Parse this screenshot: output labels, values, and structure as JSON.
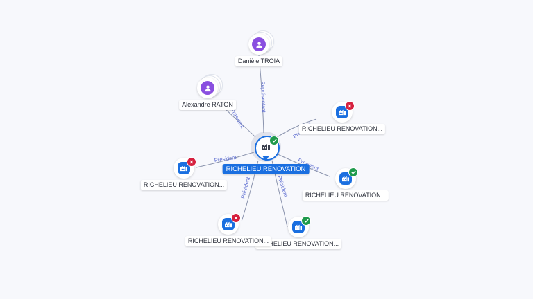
{
  "center": {
    "label": "RICHELIEU RENOVATION",
    "icon": "building-icon",
    "status": "active"
  },
  "nodes": [
    {
      "id": "daniele",
      "kind": "person",
      "label": "Danièle TROIA",
      "status": null
    },
    {
      "id": "alexandre",
      "kind": "person",
      "label": "Alexandre RATON",
      "status": null
    },
    {
      "id": "c1",
      "kind": "company",
      "label": "RICHELIEU RENOVATION...",
      "status": "inactive"
    },
    {
      "id": "c2",
      "kind": "company",
      "label": "RICHELIEU RENOVATION...",
      "status": "active"
    },
    {
      "id": "c3",
      "kind": "company",
      "label": "RICHELIEU RENOVATION...",
      "status": "active"
    },
    {
      "id": "c4",
      "kind": "company",
      "label": "RICHELIEU RENOVATION...",
      "status": "inactive"
    },
    {
      "id": "c5",
      "kind": "company",
      "label": "RICHELIEU RENOVATION...",
      "status": "inactive"
    }
  ],
  "edges": [
    {
      "from": "daniele",
      "label": "Représentant"
    },
    {
      "from": "alexandre",
      "label": "Président"
    },
    {
      "from": "c1",
      "label": "Président"
    },
    {
      "from": "c2",
      "label": "Président"
    },
    {
      "from": "c3",
      "label": "Président"
    },
    {
      "from": "c4",
      "label": "Président"
    },
    {
      "from": "c5",
      "label": "Président"
    }
  ],
  "colors": {
    "company": "#1a6fe0",
    "person": "#8a4fe0",
    "active_badge": "#1f9a4c",
    "inactive_badge": "#d6213f",
    "edge": "#8a93ad",
    "edge_label": "#5b6bd0"
  }
}
